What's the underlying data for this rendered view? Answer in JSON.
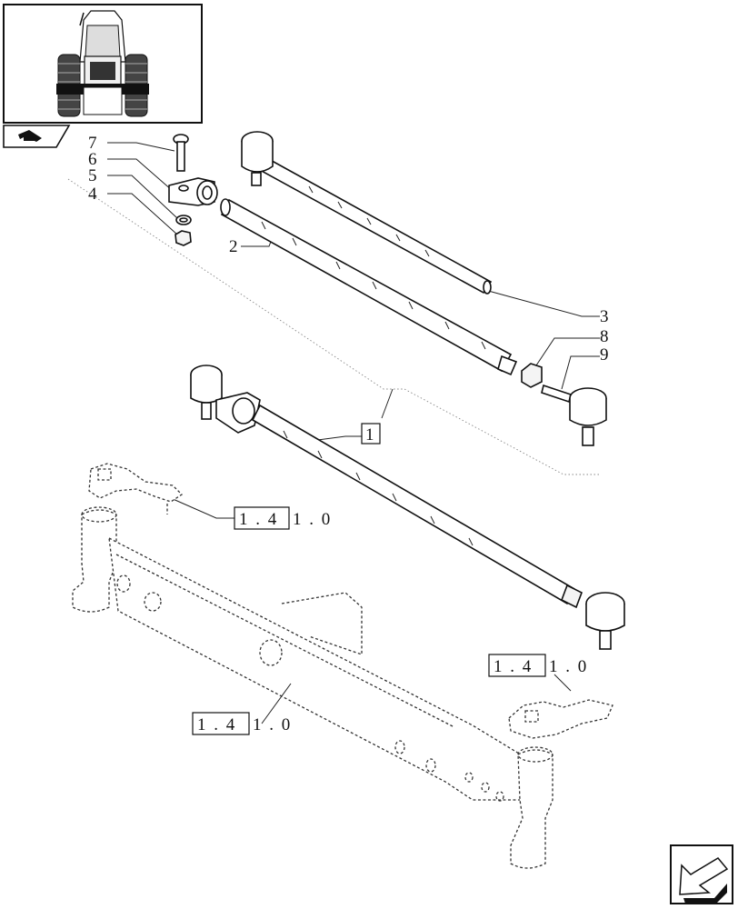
{
  "diagram": {
    "callouts": [
      {
        "id": "7",
        "label": "7"
      },
      {
        "id": "6",
        "label": "6"
      },
      {
        "id": "5",
        "label": "5"
      },
      {
        "id": "4",
        "label": "4"
      },
      {
        "id": "2",
        "label": "2"
      },
      {
        "id": "3",
        "label": "3"
      },
      {
        "id": "8",
        "label": "8"
      },
      {
        "id": "9",
        "label": "9"
      }
    ],
    "assembly_ref": "1",
    "references": [
      {
        "boxed": "1 . 4",
        "rest": "1 . 0"
      },
      {
        "boxed": "1 . 4",
        "rest": "1 . 0"
      },
      {
        "boxed": "1 . 4",
        "rest": "1 . 0"
      }
    ]
  },
  "icons": {
    "thumbnail": "tractor-front-view-thumbnail",
    "section": "section-tab-icon",
    "navigate": "arrow-back-icon"
  }
}
